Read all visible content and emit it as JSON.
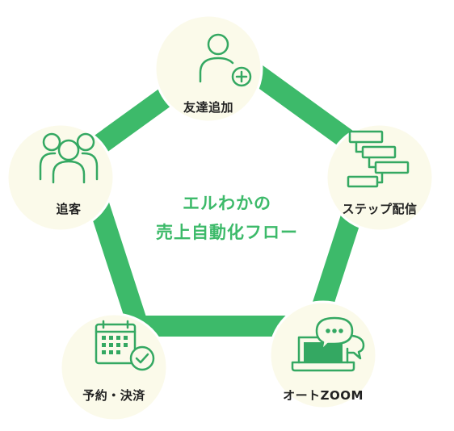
{
  "colors": {
    "ring": "#3dba6a",
    "node_fill": "#fbfaea",
    "node_border": "#ffffff",
    "icon": "#34a862",
    "center_text": "#3dba6a",
    "label_text": "#222222"
  },
  "center": {
    "line1": "エルわかの",
    "line2": "売上自動化フロー"
  },
  "nodes": [
    {
      "id": "friend-add",
      "label": "友達追加",
      "icon": "user-plus-icon"
    },
    {
      "id": "step-delivery",
      "label": "ステップ配信",
      "icon": "steps-icon"
    },
    {
      "id": "auto-zoom",
      "label": "オートZOOM",
      "icon": "laptop-chat-icon"
    },
    {
      "id": "reservation-payment",
      "label": "予約・決済",
      "icon": "calendar-check-icon"
    },
    {
      "id": "follow-up",
      "label": "追客",
      "icon": "user-group-icon"
    }
  ]
}
